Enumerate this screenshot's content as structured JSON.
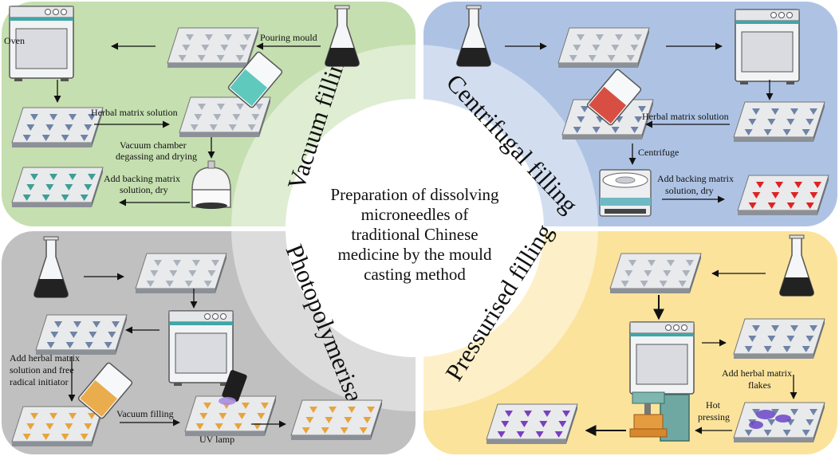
{
  "center_title": [
    "Preparation of  dissolving",
    "microneedles of",
    "traditional Chinese",
    "medicine by the mould",
    "casting method"
  ],
  "quadrants": {
    "vacuum": {
      "title": "Vacuum filling",
      "color": "#c5dfb0",
      "labels": {
        "oven": "Oven",
        "pouring": "Pouring mould",
        "herbal": "Herbal matrix solution",
        "chamber1": "Vacuum chamber",
        "chamber2": "degassing and drying",
        "backing1": "Add backing matrix",
        "backing2": "solution, dry"
      }
    },
    "centrifugal": {
      "title": "Centrifugal filling",
      "color": "#aec3e4",
      "labels": {
        "herbal": "Herbal matrix solution",
        "centrifuge": "Centrifuge",
        "backing1": "Add backing matrix",
        "backing2": "solution, dry"
      }
    },
    "photo": {
      "title": "Photopolymerisation",
      "color": "#c0c0c0",
      "labels": {
        "add1": "Add herbal matrix",
        "add2": "solution and free",
        "add3": "radical initiator",
        "vacuum": "Vacuum filling",
        "uv": "UV lamp"
      }
    },
    "pressurised": {
      "title": "Pressurised filling",
      "color": "#fbe39c",
      "labels": {
        "add1": "Add herbal matrix",
        "add2": "flakes",
        "hot1": "Hot",
        "hot2": "pressing"
      }
    }
  },
  "colors": {
    "needle_empty": "#aab2bd",
    "needle_blue": "#6f83a6",
    "needle_green": "#3c9f96",
    "needle_red": "#e02222",
    "needle_orange": "#e8a43a",
    "needle_purple": "#7a3fbf",
    "plate_top": "#e9eaec",
    "plate_side": "#8c9097"
  }
}
